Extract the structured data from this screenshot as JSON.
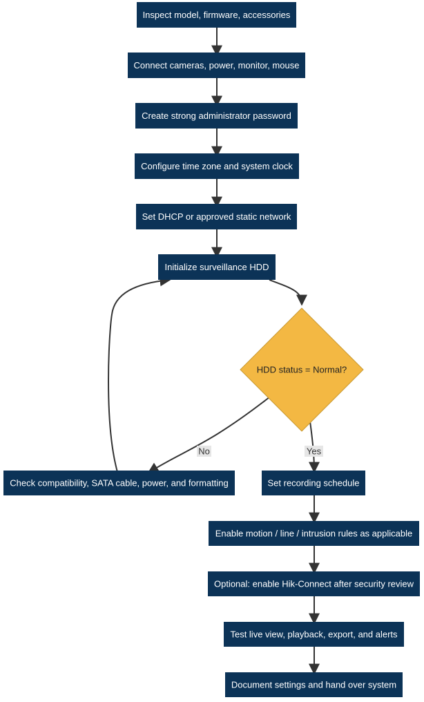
{
  "diagram": {
    "colors": {
      "node_fill": "#0c3357",
      "node_text": "#ffffff",
      "decision_fill": "#f3b843",
      "decision_stroke": "#c99a34",
      "decision_text": "#222222",
      "edge": "#333333",
      "edge_label_bg": "#e6e6e6"
    },
    "steps": {
      "inspect": "Inspect model, firmware, accessories",
      "connect": "Connect cameras, power, monitor, mouse",
      "password": "Create strong administrator password",
      "timezone": "Configure time zone and system clock",
      "network": "Set DHCP or approved static network",
      "init_hdd": "Initialize surveillance HDD",
      "check": "Check compatibility, SATA cable, power, and formatting",
      "schedule": "Set recording schedule",
      "motion": "Enable motion / line / intrusion rules as applicable",
      "hikconnect": "Optional: enable Hik-Connect after security review",
      "test": "Test live view, playback, export, and alerts",
      "document": "Document settings and hand over system"
    },
    "decision": {
      "label": "HDD status = Normal?",
      "no_label": "No",
      "yes_label": "Yes"
    }
  }
}
